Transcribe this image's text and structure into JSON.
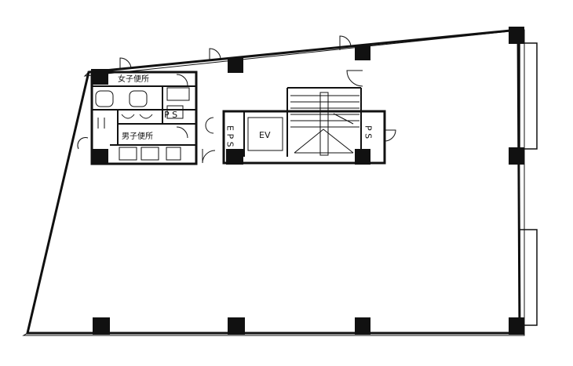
{
  "plan": {
    "labels": {
      "womens_restroom": "女子便所",
      "mens_restroom": "男子便所",
      "ps_left": "P S",
      "eps": "E P S",
      "elevator": "EV",
      "ps_right": "P S"
    }
  },
  "colors": {
    "line": "#111111",
    "column": "#111111",
    "background": "#ffffff"
  }
}
